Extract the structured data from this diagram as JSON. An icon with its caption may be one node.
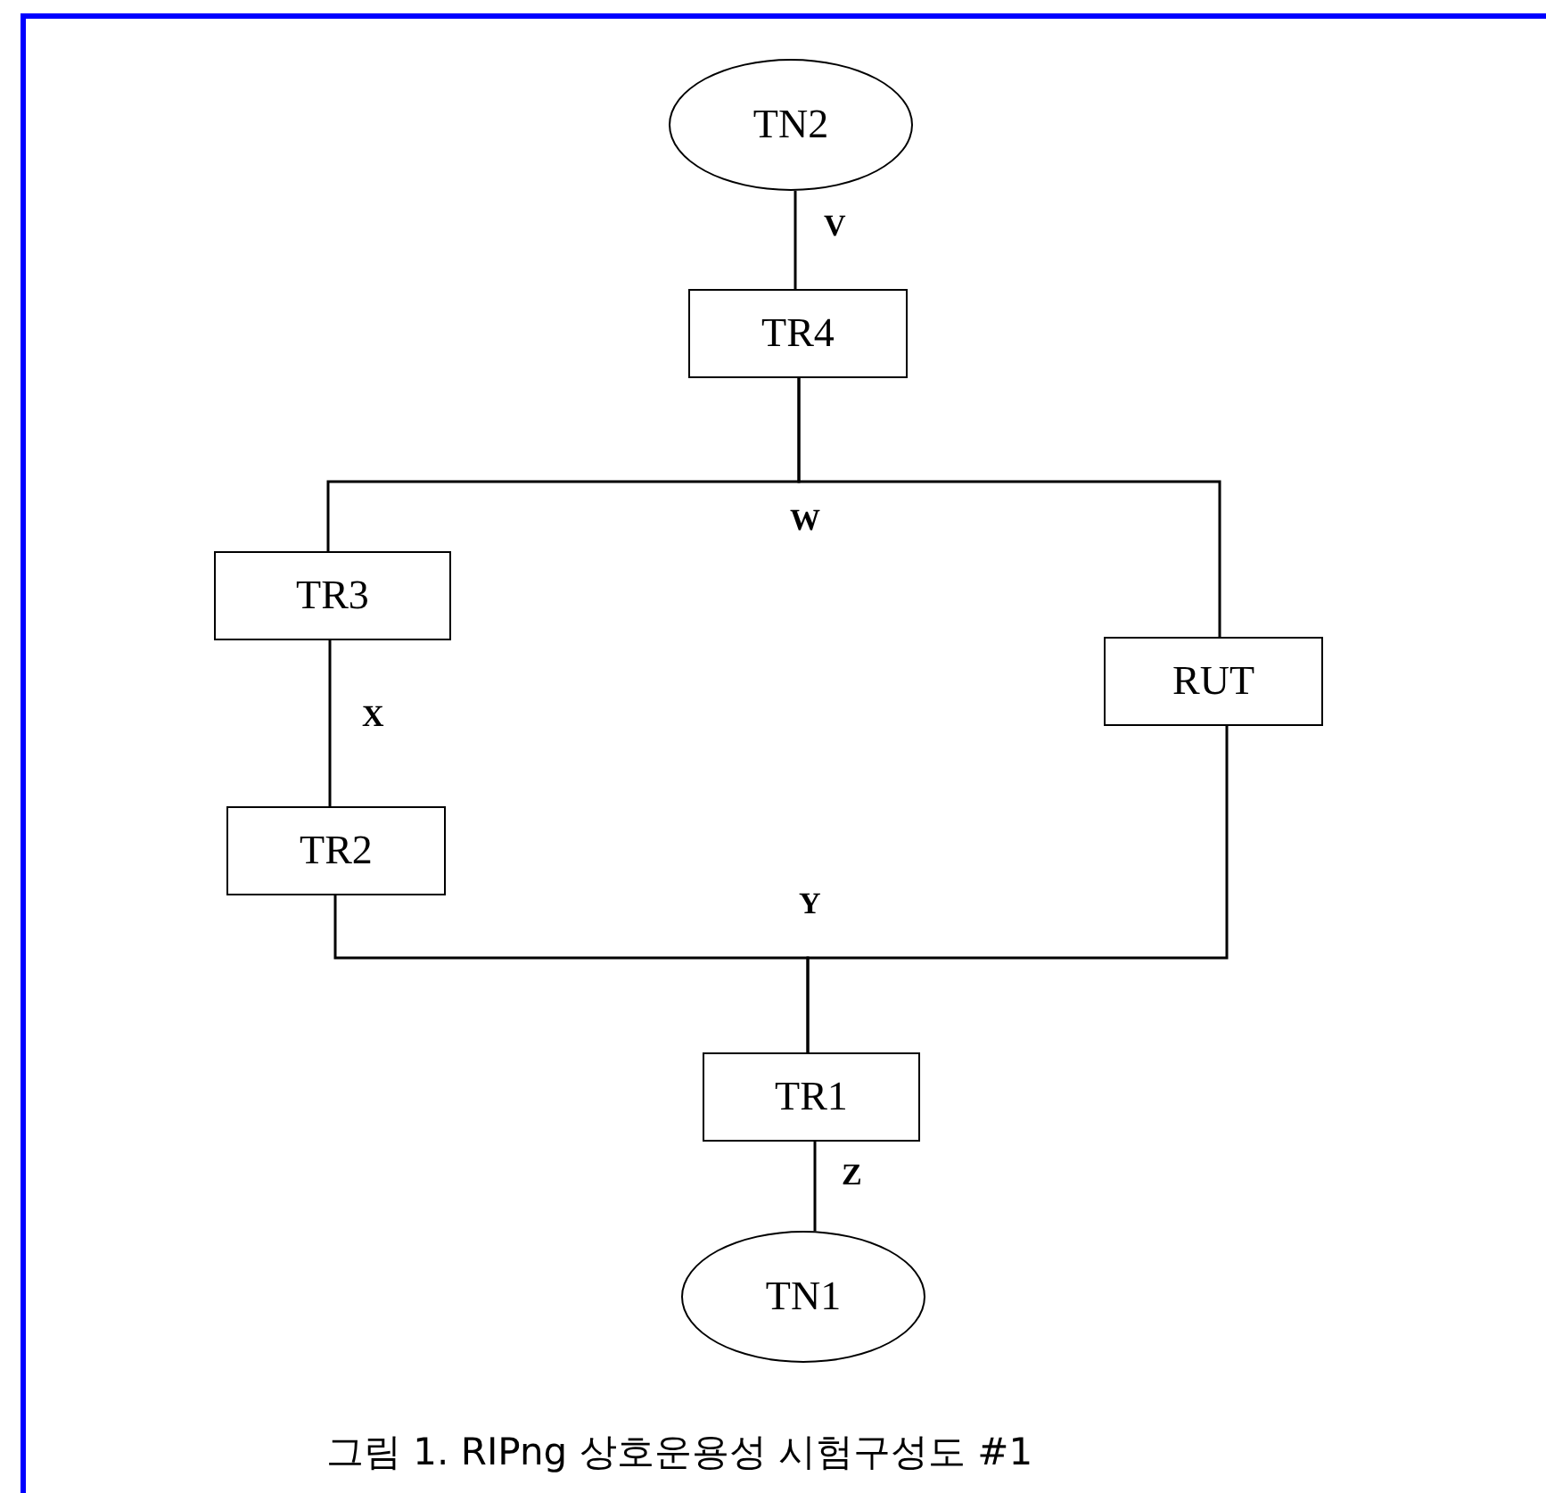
{
  "diagram": {
    "caption": "그림 1. RIPng 상호운용성 시험구성도 #1",
    "nodes": [
      {
        "text": [
          "TN2"
        ]
      },
      {
        "text": [
          "TR4"
        ]
      },
      {
        "text": [
          "TR3"
        ]
      },
      {
        "text": [
          "RUT"
        ]
      },
      {
        "text": [
          "TR2"
        ]
      },
      {
        "text": [
          "TR1"
        ]
      },
      {
        "text": [
          "TN1"
        ]
      }
    ],
    "edges": [
      {
        "from": 0,
        "to": 1,
        "arrow": "none",
        "label": "V"
      },
      {
        "from": 1,
        "to": 2,
        "arrow": "none"
      },
      {
        "from": 1,
        "to": 3,
        "arrow": "none"
      },
      {
        "from": 2,
        "to": 4,
        "arrow": "none",
        "label": "X"
      },
      {
        "from": 4,
        "to": 5,
        "arrow": "none"
      },
      {
        "from": 3,
        "to": 5,
        "arrow": "none"
      },
      {
        "from": 5,
        "to": 6,
        "arrow": "none",
        "label": "Z"
      }
    ],
    "labels": [
      "W",
      "Y"
    ]
  }
}
